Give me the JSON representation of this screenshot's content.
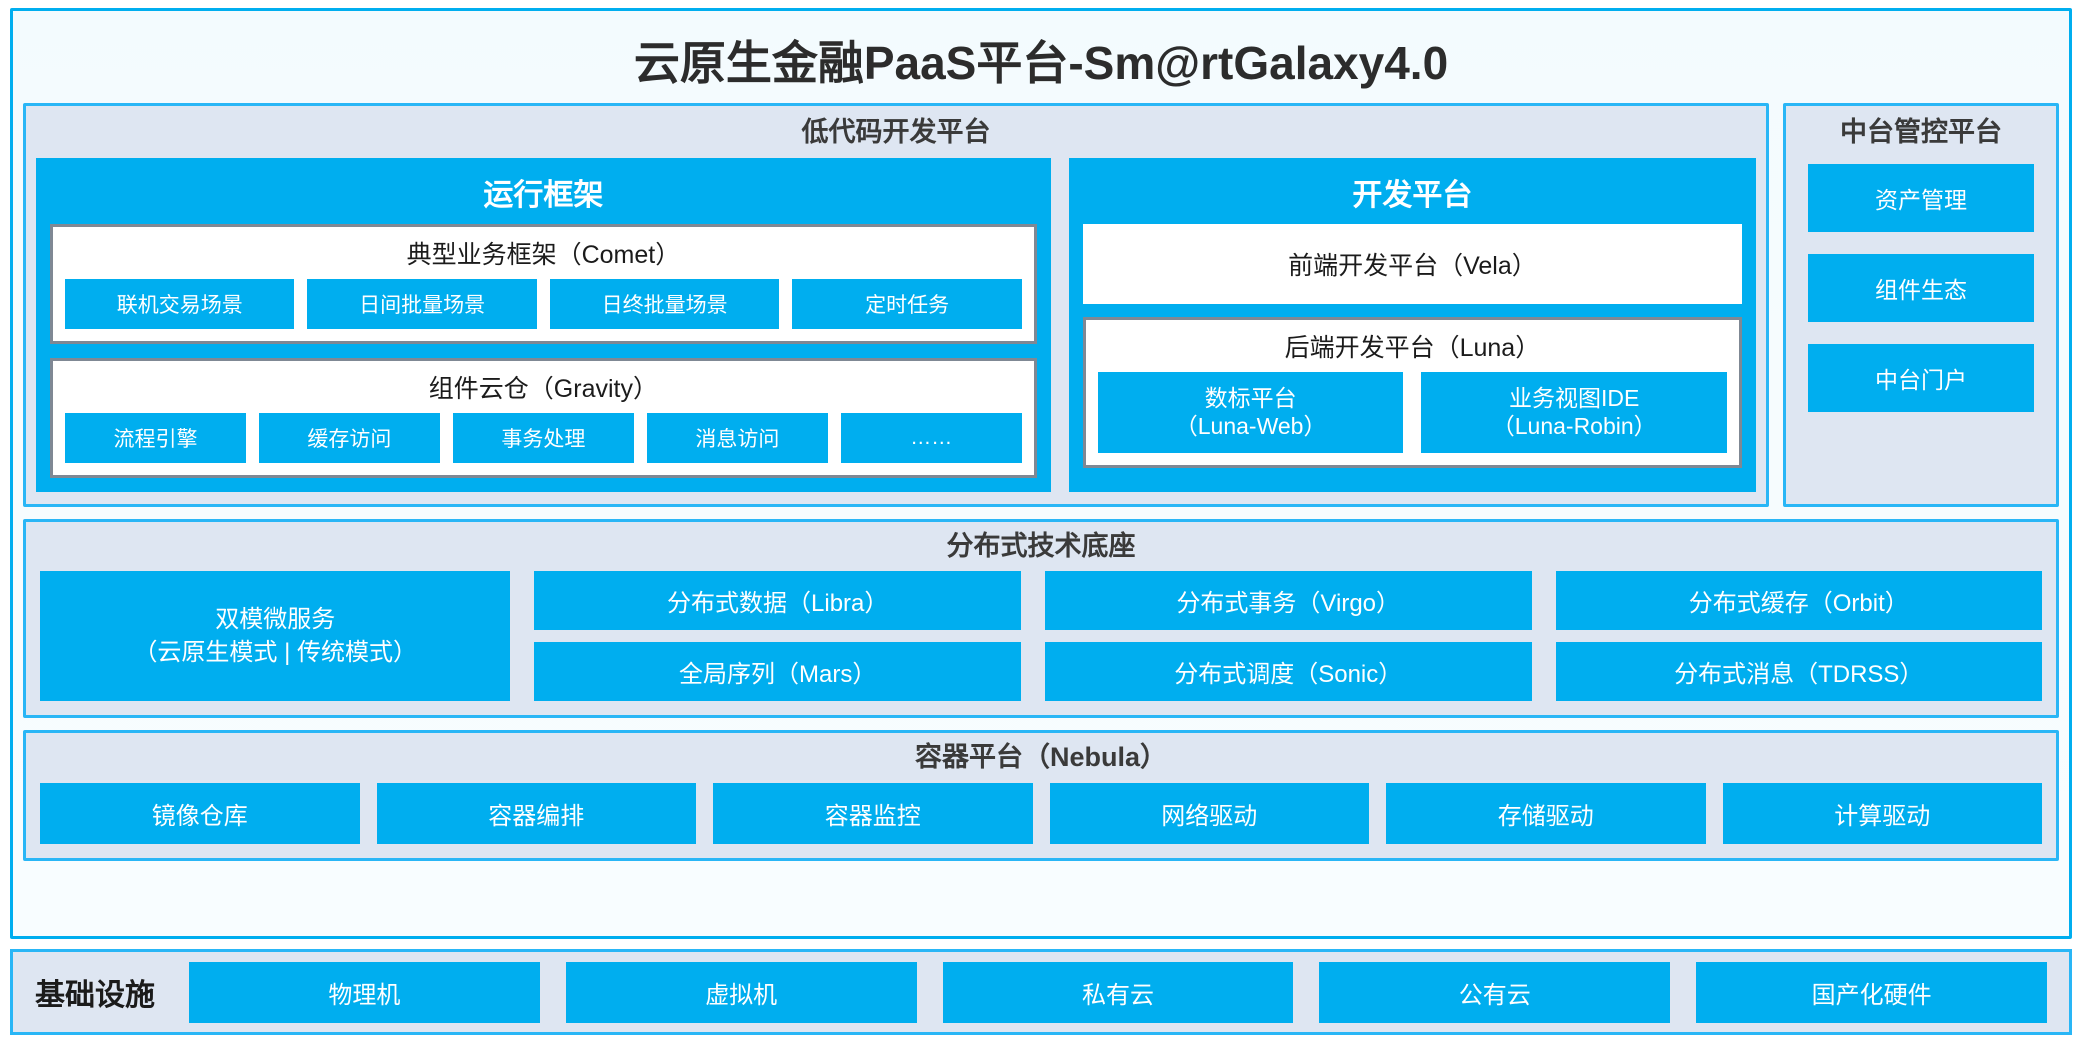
{
  "header": {
    "title": "云原生金融PaaS平台-Sm@rtGalaxy4.0"
  },
  "low_code_platform": {
    "title": "低代码开发平台",
    "runtime_framework": {
      "title": "运行框架",
      "comet": {
        "title": "典型业务框架（Comet）",
        "items": [
          "联机交易场景",
          "日间批量场景",
          "日终批量场景",
          "定时任务"
        ]
      },
      "gravity": {
        "title": "组件云仓（Gravity）",
        "items": [
          "流程引擎",
          "缓存访问",
          "事务处理",
          "消息访问",
          "……"
        ]
      }
    },
    "dev_platform": {
      "title": "开发平台",
      "vela": "前端开发平台（Vela）",
      "luna": {
        "title": "后端开发平台（Luna）",
        "items": [
          {
            "line1": "数标平台",
            "line2": "（Luna-Web）"
          },
          {
            "line1": "业务视图IDE",
            "line2": "（Luna-Robin）"
          }
        ]
      }
    }
  },
  "mid_platform": {
    "title": "中台管控平台",
    "items": [
      "资产管理",
      "组件生态",
      "中台门户"
    ]
  },
  "tech_base": {
    "title": "分布式技术底座",
    "wide_item": {
      "line1": "双模微服务",
      "line2": "（云原生模式 | 传统模式）"
    },
    "columns": [
      [
        "分布式数据（Libra）",
        "全局序列（Mars）"
      ],
      [
        "分布式事务（Virgo）",
        "分布式调度（Sonic）"
      ],
      [
        "分布式缓存（Orbit）",
        "分布式消息（TDRSS）"
      ]
    ]
  },
  "container_platform": {
    "title": "容器平台（Nebula）",
    "items": [
      "镜像仓库",
      "容器编排",
      "容器监控",
      "网络驱动",
      "存储驱动",
      "计算驱动"
    ]
  },
  "infrastructure": {
    "label": "基础设施",
    "items": [
      "物理机",
      "虚拟机",
      "私有云",
      "公有云",
      "国产化硬件"
    ]
  },
  "colors": {
    "accent": "#00AEEF",
    "panel_bg": "#DEE6F2",
    "panel_border": "#29B6F6",
    "group_border": "#7F8894",
    "text_dark": "#1B1B1B"
  }
}
